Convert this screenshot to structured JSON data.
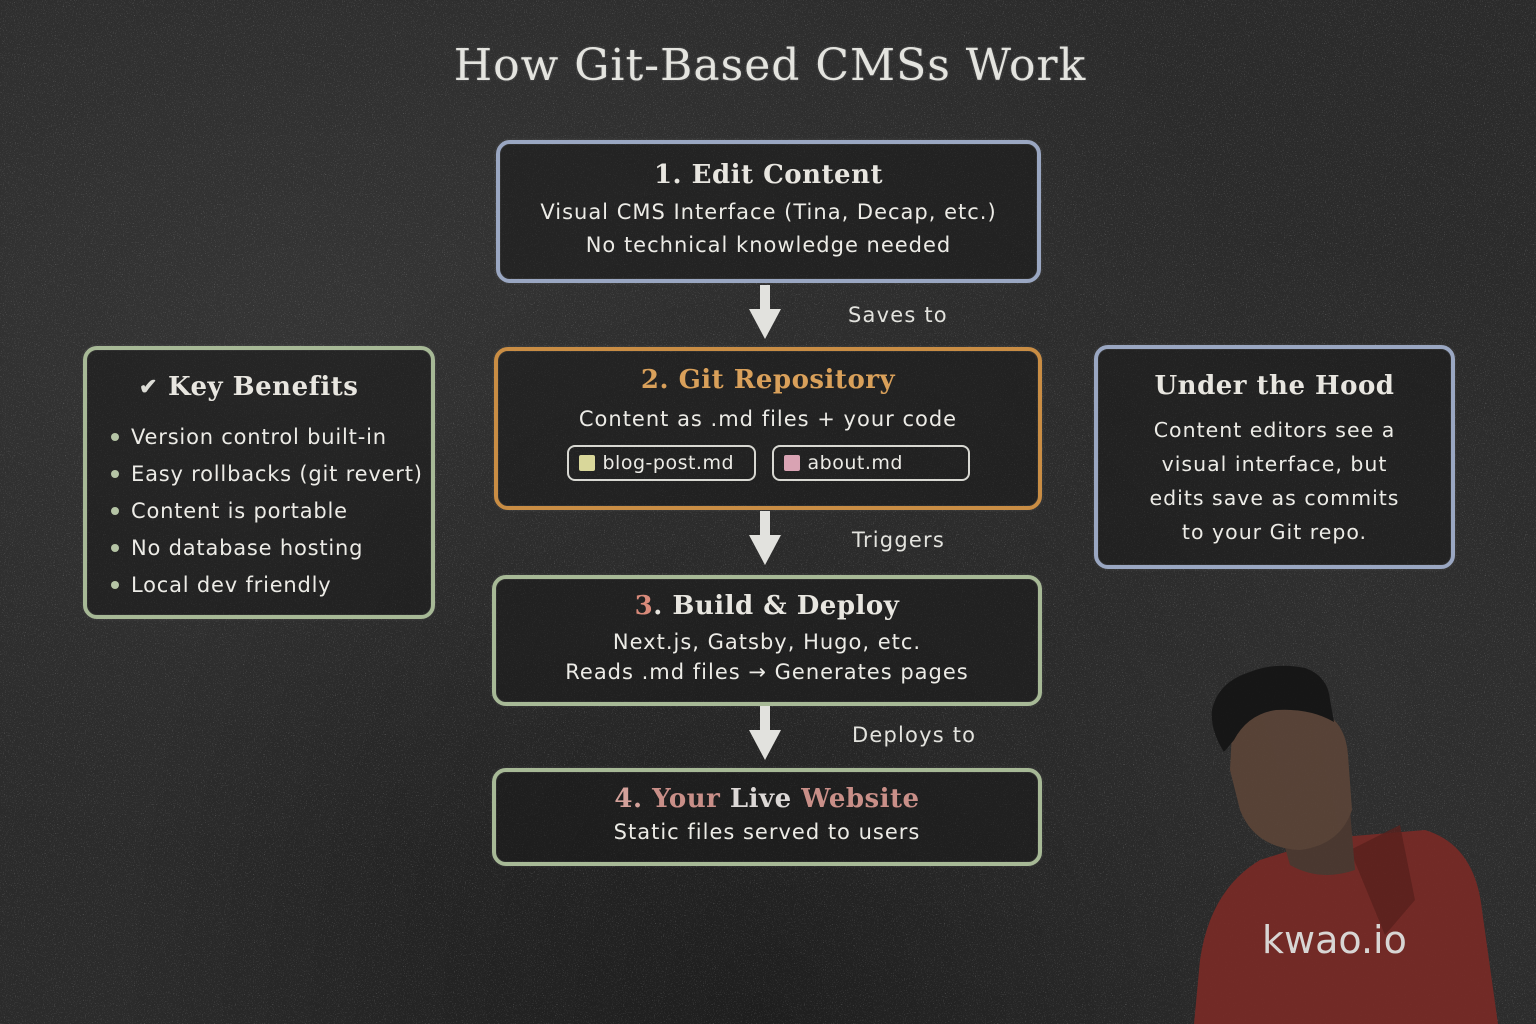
{
  "title": "How Git-Based CMSs Work",
  "steps": [
    {
      "title": "1. Edit Content",
      "lines": [
        "Visual CMS Interface (Tina, Decap, etc.)",
        "No technical knowledge needed"
      ],
      "border_color": "#9aa7c2"
    },
    {
      "title": "2. Git Repository",
      "lines": [
        "Content as .md files + your code"
      ],
      "files": [
        {
          "name": "blog-post.md",
          "color": "#d9d79a"
        },
        {
          "name": "about.md",
          "color": "#d9a3b3"
        }
      ],
      "border_color": "#c98d44",
      "title_color": "#d9a05a"
    },
    {
      "number": "3",
      "title_rest": ". Build & Deploy",
      "lines": [
        "Next.js, Gatsby, Hugo, etc.",
        "Reads .md files → Generates pages"
      ],
      "border_color": "#a7b996"
    },
    {
      "title_parts": [
        "4. ",
        "Your ",
        "Live ",
        "Website"
      ],
      "lines": [
        "Static files served to users"
      ],
      "border_color": "#a7b996"
    }
  ],
  "connectors": [
    "Saves to",
    "Triggers",
    "Deploys to"
  ],
  "benefits": {
    "icon": "check-icon",
    "title": "Key Benefits",
    "items": [
      "Version control built-in",
      "Easy rollbacks (git revert)",
      "Content is portable",
      "No database hosting",
      "Local dev friendly"
    ]
  },
  "under_the_hood": {
    "title": "Under the Hood",
    "lines": [
      "Content editors see a",
      "visual interface, but",
      "edits save as commits",
      "to your Git repo."
    ]
  },
  "brand": "kwao.io"
}
